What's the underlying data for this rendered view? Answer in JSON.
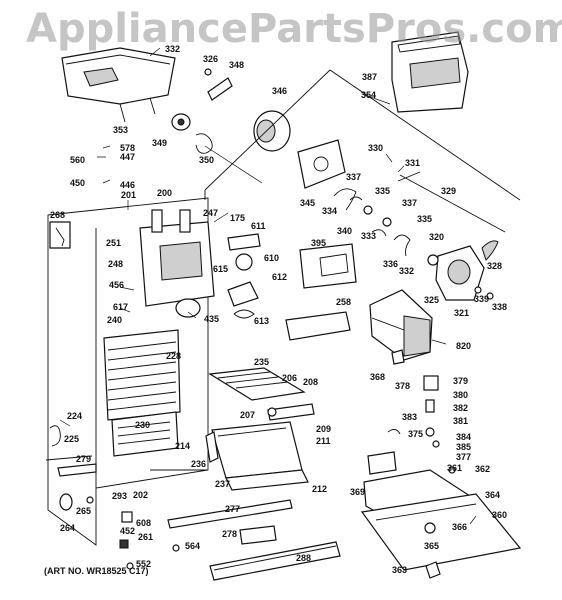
{
  "watermark": "AppliancePartsPros.com",
  "art_no": "(ART NO. WR18525 C17)",
  "labels": {
    "l332": "332",
    "l326": "326",
    "l348": "348",
    "l387": "387",
    "l354": "354",
    "l346": "346",
    "l353": "353",
    "l349": "349",
    "l350": "350",
    "l578": "578",
    "l447": "447",
    "l560": "560",
    "l450": "450",
    "l446": "446",
    "l330": "330",
    "l331": "331",
    "l345": "345",
    "l337a": "337",
    "l335a": "335",
    "l329": "329",
    "l200": "200",
    "l201": "201",
    "l247": "247",
    "l268": "268",
    "l175": "175",
    "l611": "611",
    "l334": "334",
    "l340": "340",
    "l333": "333",
    "l337b": "337",
    "l335b": "335",
    "l251": "251",
    "l395": "395",
    "l610": "610",
    "l320": "320",
    "l248": "248",
    "l615": "615",
    "l612": "612",
    "l336": "336",
    "l332b": "332",
    "l328": "328",
    "l456": "456",
    "l258": "258",
    "l325": "325",
    "l339": "339",
    "l338": "338",
    "l617": "617",
    "l435": "435",
    "l613": "613",
    "l321": "321",
    "l240": "240",
    "l820": "820",
    "l228": "228",
    "l235": "235",
    "l368": "368",
    "l206": "206",
    "l208": "208",
    "l378": "378",
    "l379": "379",
    "l380": "380",
    "l207": "207",
    "l382": "382",
    "l224": "224",
    "l383": "383",
    "l381": "381",
    "l209": "209",
    "l230": "230",
    "l375": "375",
    "l384": "384",
    "l225": "225",
    "l211": "211",
    "l214": "214",
    "l385": "385",
    "l279": "279",
    "l236": "236",
    "l377": "377",
    "l361": "361",
    "l362": "362",
    "l237": "237",
    "l212": "212",
    "l293": "293",
    "l202": "202",
    "l369": "369",
    "l364": "364",
    "l265": "265",
    "l277": "277",
    "l264": "264",
    "l608": "608",
    "l360": "360",
    "l452": "452",
    "l261": "261",
    "l366": "366",
    "l278": "278",
    "l564": "564",
    "l365": "365",
    "l552": "552",
    "l288": "288",
    "l363": "363"
  }
}
